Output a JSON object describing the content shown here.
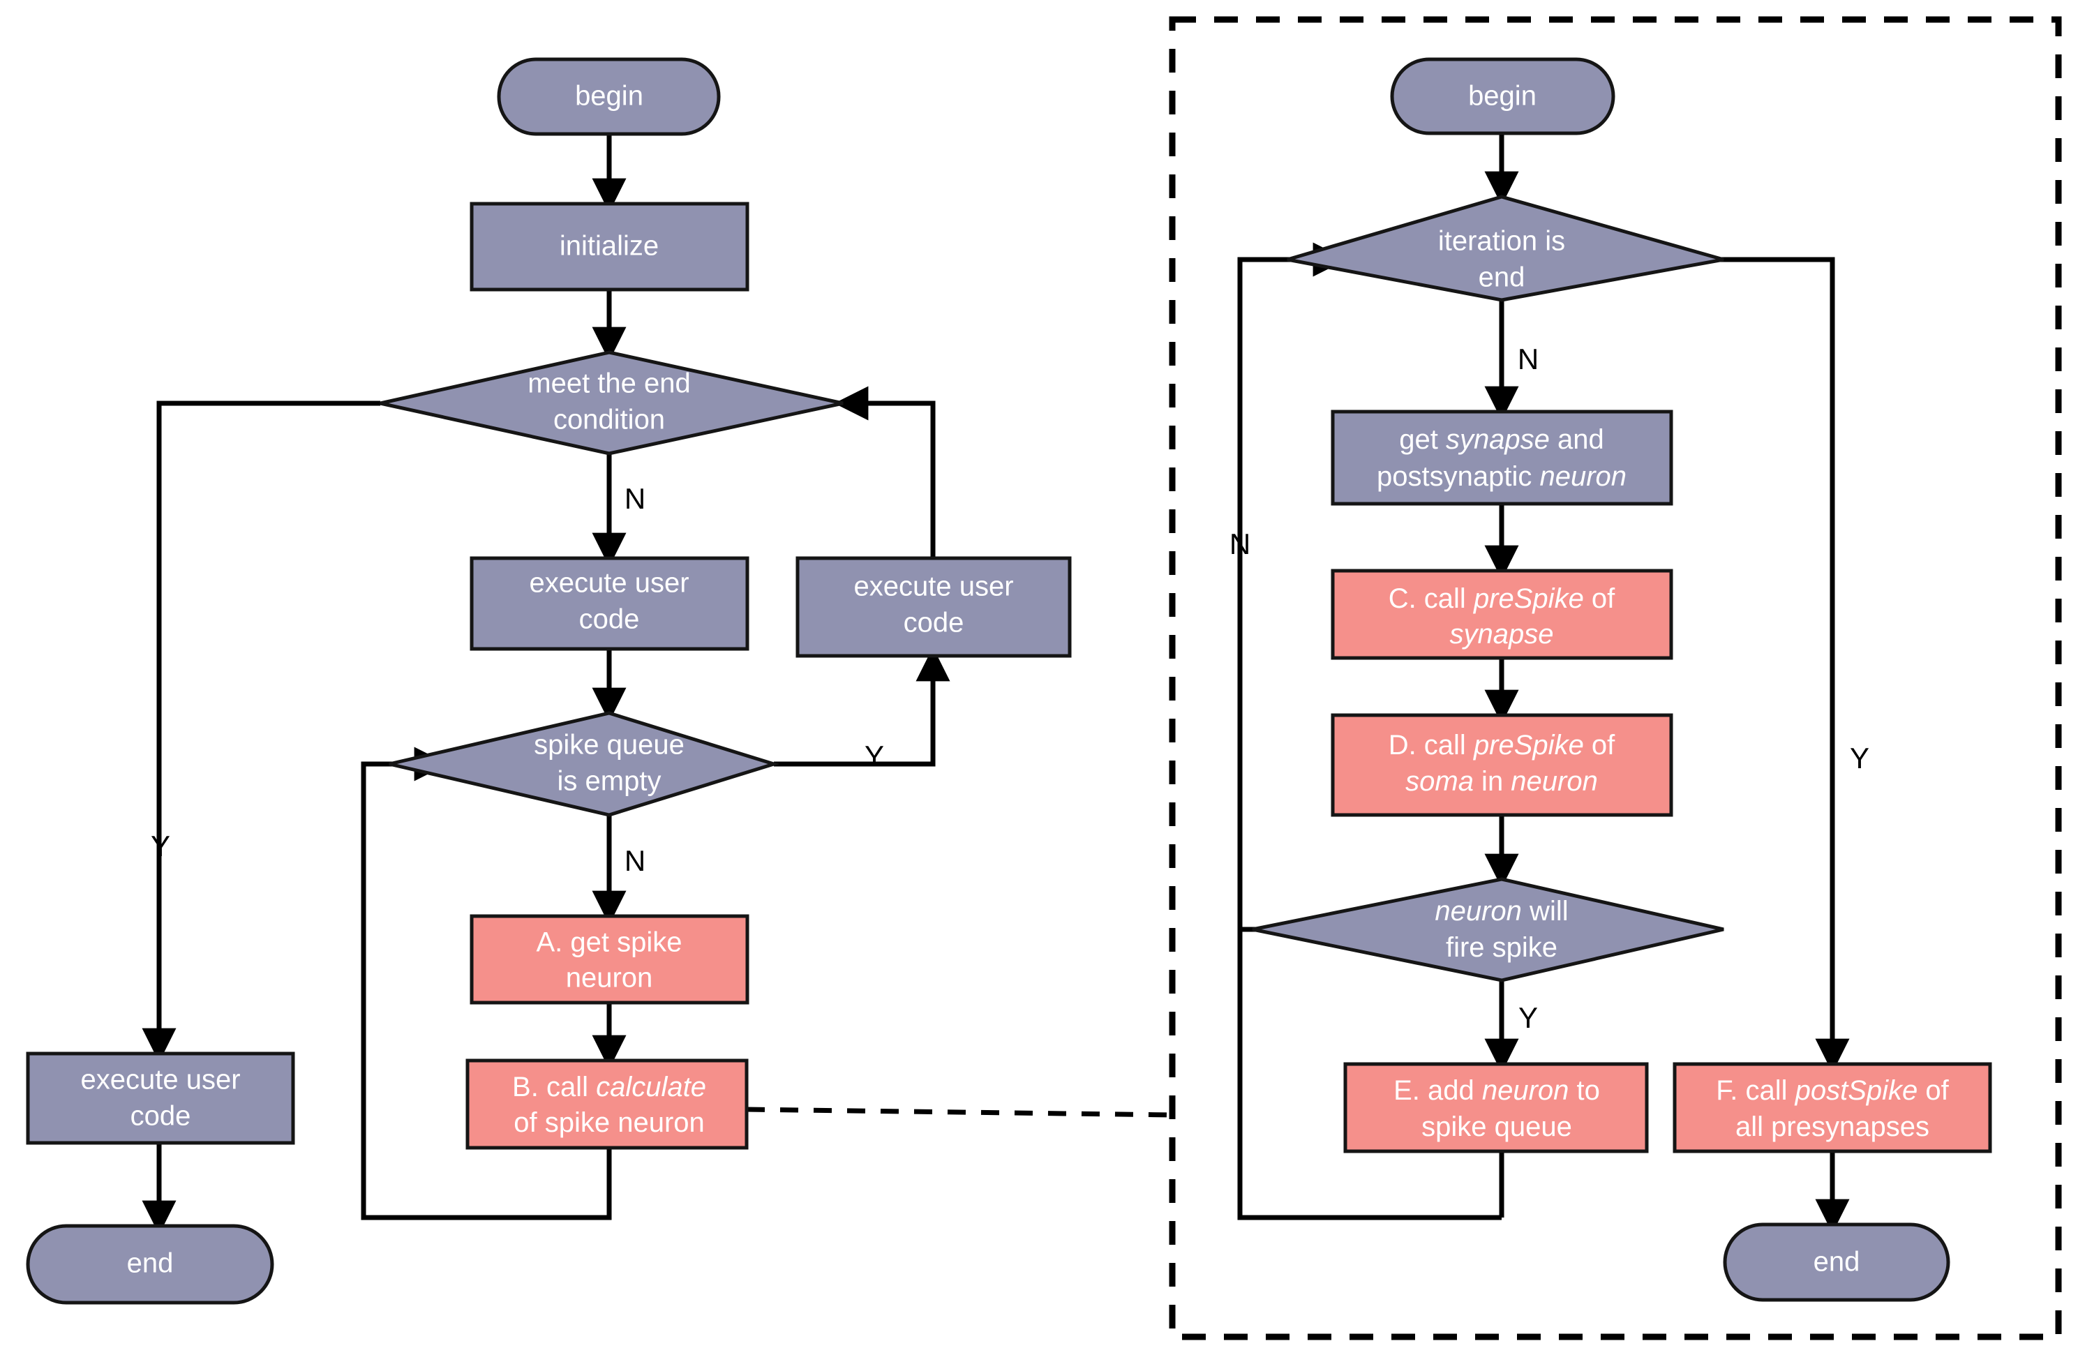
{
  "diagram": {
    "title": "SNN simulation flowchart",
    "colors": {
      "process_purple": "#9092B0",
      "highlight_red": "#F5908B",
      "stroke_black": "#151515",
      "label_white": "#FFFFFF",
      "background": "#FFFFFF"
    },
    "left_flow": {
      "nodes": {
        "begin": {
          "label": "begin",
          "shape": "terminator",
          "color": "purple"
        },
        "initialize": {
          "label": "initialize",
          "shape": "process",
          "color": "purple"
        },
        "meet_end_condition": {
          "line1": "meet the end",
          "line2": "condition",
          "shape": "decision",
          "color": "purple"
        },
        "execute_user_code_main": {
          "line1": "execute user",
          "line2": "code",
          "shape": "process",
          "color": "purple"
        },
        "execute_user_code_right": {
          "line1": "execute user",
          "line2": "code",
          "shape": "process",
          "color": "purple"
        },
        "execute_user_code_left": {
          "line1": "execute user",
          "line2": "code",
          "shape": "process",
          "color": "purple"
        },
        "spike_queue_empty": {
          "line1": "spike queue",
          "line2": "is empty",
          "shape": "decision",
          "color": "purple"
        },
        "a_get_spike_neuron": {
          "line1": "A. get spike",
          "line2": "neuron",
          "shape": "process",
          "color": "red"
        },
        "b_call_calculate": {
          "line1_parts": [
            {
              "t": "B.  call ",
              "italic": false
            },
            {
              "t": "calculate",
              "italic": true
            }
          ],
          "line2_parts": [
            {
              "t": "of spike  neuron",
              "italic": false
            }
          ],
          "shape": "process",
          "color": "red"
        },
        "end": {
          "label": "end",
          "shape": "terminator",
          "color": "purple"
        }
      },
      "branch_labels": {
        "meet_end_yes": "Y",
        "meet_end_no": "N",
        "spike_queue_yes": "Y",
        "spike_queue_no": "N"
      }
    },
    "right_flow": {
      "group_style": "dashed-box",
      "nodes": {
        "begin": {
          "label": "begin",
          "shape": "terminator",
          "color": "purple"
        },
        "iteration_is_end": {
          "line1": "iteration is",
          "line2": "end",
          "shape": "decision",
          "color": "purple"
        },
        "get_synapse_and_neuron": {
          "line1_parts": [
            {
              "t": "get ",
              "italic": false
            },
            {
              "t": "synapse",
              "italic": true
            },
            {
              "t": " and",
              "italic": false
            }
          ],
          "line2_parts": [
            {
              "t": "postsynaptic ",
              "italic": false
            },
            {
              "t": "neuron",
              "italic": true
            }
          ],
          "shape": "process",
          "color": "purple"
        },
        "c_call_prespike_synapse": {
          "line1_parts": [
            {
              "t": "C. call ",
              "italic": false
            },
            {
              "t": "preSpike",
              "italic": true
            },
            {
              "t": " of",
              "italic": false
            }
          ],
          "line2_parts": [
            {
              "t": "synapse",
              "italic": true
            }
          ],
          "shape": "process",
          "color": "red"
        },
        "d_call_prespike_soma": {
          "line1_parts": [
            {
              "t": "D. call ",
              "italic": false
            },
            {
              "t": "preSpike",
              "italic": true
            },
            {
              "t": " of",
              "italic": false
            }
          ],
          "line2_parts": [
            {
              "t": "soma",
              "italic": true
            },
            {
              "t": " in ",
              "italic": false
            },
            {
              "t": "neuron",
              "italic": true
            }
          ],
          "shape": "process",
          "color": "red"
        },
        "neuron_will_fire_spike": {
          "line1_parts": [
            {
              "t": "neuron",
              "italic": true
            },
            {
              "t": " will",
              "italic": false
            }
          ],
          "line2_parts": [
            {
              "t": "fire spike",
              "italic": false
            }
          ],
          "shape": "decision",
          "color": "purple"
        },
        "e_add_neuron_to_queue": {
          "line1_parts": [
            {
              "t": "E. add ",
              "italic": false
            },
            {
              "t": "neuron",
              "italic": true
            },
            {
              "t": " to",
              "italic": false
            }
          ],
          "line2_parts": [
            {
              "t": "spike queue",
              "italic": false
            }
          ],
          "shape": "process",
          "color": "red"
        },
        "f_call_postspike": {
          "line1_parts": [
            {
              "t": "F. call ",
              "italic": false
            },
            {
              "t": "postSpike",
              "italic": true
            },
            {
              "t": " of",
              "italic": false
            }
          ],
          "line2_parts": [
            {
              "t": "all presynapses",
              "italic": false
            }
          ],
          "shape": "process",
          "color": "red"
        },
        "end": {
          "label": "end",
          "shape": "terminator",
          "color": "purple"
        }
      },
      "branch_labels": {
        "iteration_no": "N",
        "iteration_yes": "Y",
        "fire_spike_yes": "Y",
        "fire_spike_no": "N"
      }
    },
    "connector": {
      "from": "b_call_calculate",
      "to": "right_flow_group",
      "style": "dashed"
    }
  }
}
